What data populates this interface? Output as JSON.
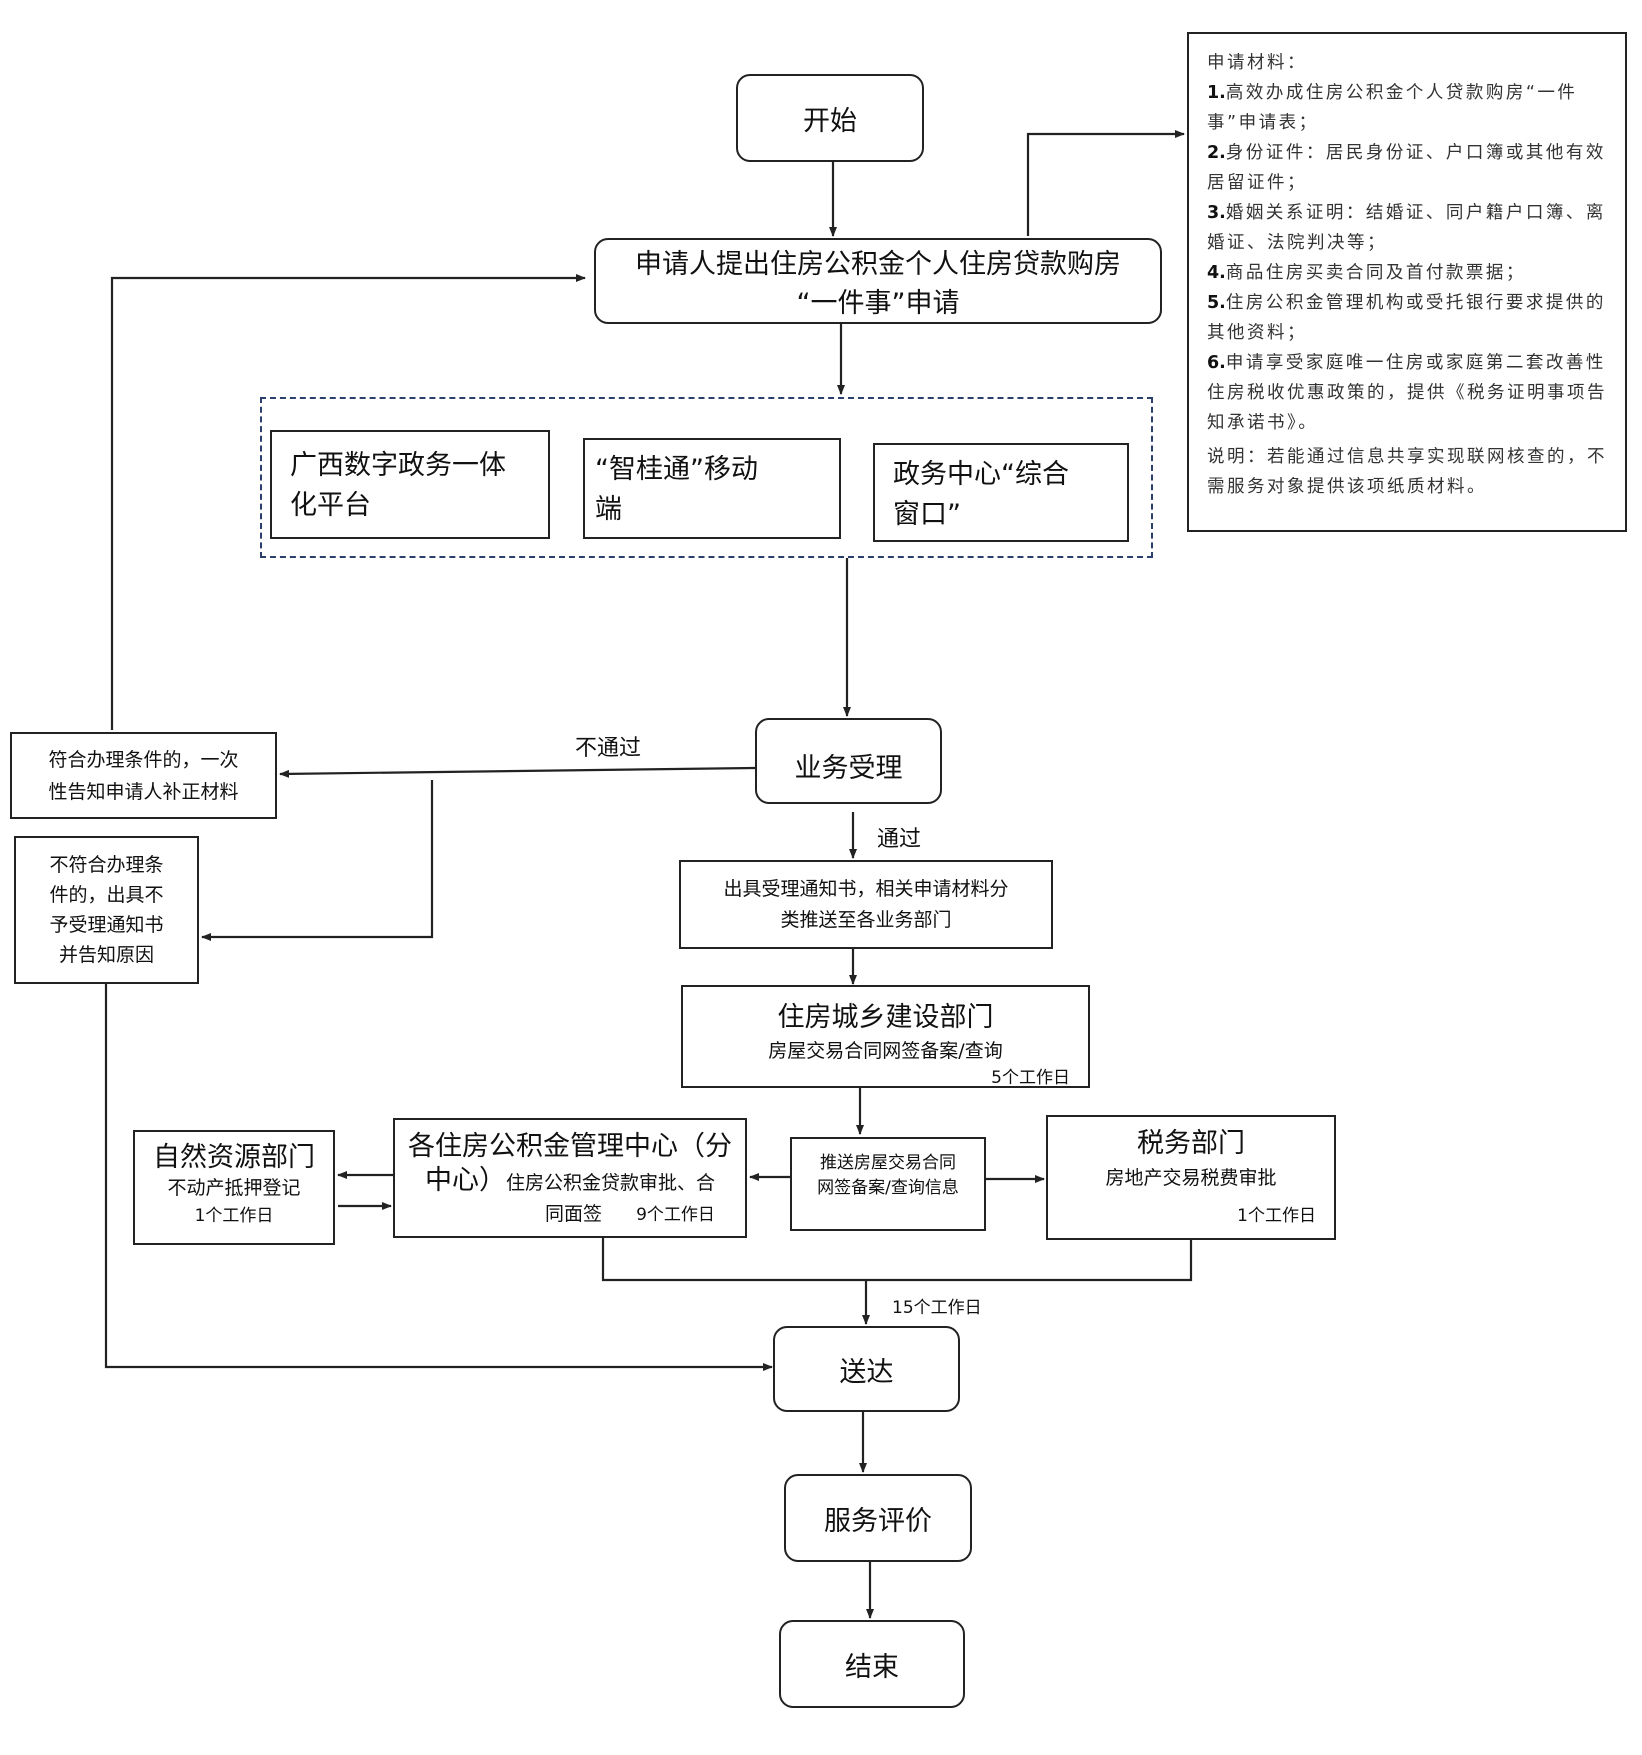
{
  "nodes": {
    "start": "开始",
    "apply": [
      "申请人提出住房公积金个人住房贷款购房",
      "“一件事”申请"
    ],
    "channels": {
      "platform": [
        "广西数字政务一体",
        "化平台"
      ],
      "mobile": [
        "“智桂通”移动",
        "端"
      ],
      "window": [
        "政务中心“综合",
        "窗口”"
      ]
    },
    "accept": "业务受理",
    "reject_fix": [
      "符合办理条件的，一次",
      "性告知申请人补正材料"
    ],
    "reject_deny": [
      "不符合办理条",
      "件的，出具不",
      "予受理通知书",
      "并告知原因"
    ],
    "notice": [
      "出具受理通知书，相关申请材料分",
      "类推送至各业务部门"
    ],
    "housing_dept": {
      "title": "住房城乡建设部门",
      "task": "房屋交易合同网签备案/查询",
      "time": "5个工作日"
    },
    "push_info": [
      "推送房屋交易合同",
      "网签备案/查询信息"
    ],
    "fund_center": {
      "title": [
        "各住房公积金管理中心（分",
        "中心）"
      ],
      "task": "住房公积金贷款审批、合",
      "task2": "同面签",
      "time": "9个工作日"
    },
    "natural_resources": {
      "title": "自然资源部门",
      "task": "不动产抵押登记",
      "time": "1个工作日"
    },
    "tax_dept": {
      "title": "税务部门",
      "task": "房地产交易税费审批",
      "time": "1个工作日"
    },
    "deliver": "送达",
    "evaluate": "服务评价",
    "end": "结束"
  },
  "edge_labels": {
    "fail": "不通过",
    "pass": "通过",
    "total_time": "15个工作日"
  },
  "materials": {
    "heading": "申请材料：",
    "items": [
      {
        "num": "1.",
        "text": "高效办成住房公积金个人贷款购房“一件事”申请表；"
      },
      {
        "num": "2.",
        "text": "身份证件：居民身份证、户口簿或其他有效居留证件；"
      },
      {
        "num": "3.",
        "text": "婚姻关系证明：结婚证、同户籍户口簿、离婚证、法院判决等；"
      },
      {
        "num": "4.",
        "text": "商品住房买卖合同及首付款票据；"
      },
      {
        "num": "5.",
        "text": "住房公积金管理机构或受托银行要求提供的其他资料；"
      },
      {
        "num": "6.",
        "text": "申请享受家庭唯一住房或家庭第二套改善性住房税收优惠政策的，提供《税务证明事项告知承诺书》。"
      }
    ],
    "note": "说明：若能通过信息共享实现联网核查的，不需服务对象提供该项纸质材料。"
  },
  "colors": {
    "line": "#222222",
    "dashed_group_border": "#2a3f6b",
    "background": "#ffffff"
  }
}
